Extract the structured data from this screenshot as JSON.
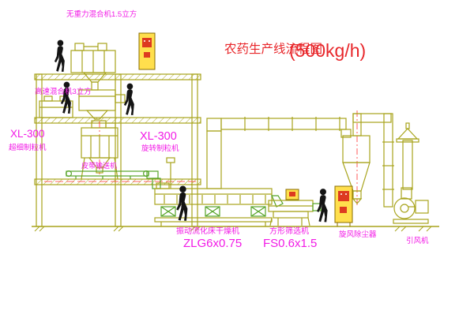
{
  "diagram": {
    "title": "农药生产线流程图",
    "capacity": "(500kg/h)",
    "labels": {
      "top_mixer": "无重力混合机1.5立方",
      "high_speed_mixer": "高速混合机3立方",
      "granulator_left_model": "XL-300",
      "granulator_left_name": "超细制粒机",
      "granulator_center_model": "XL-300",
      "granulator_center_name": "旋转制粒机",
      "belt_conveyor": "皮带输送机",
      "dryer_name": "振动流化床干燥机",
      "dryer_model": "ZLG6x0.75",
      "sieve_name": "方形筛选机",
      "sieve_model": "FS0.6x1.5",
      "cyclone": "旋风除尘器",
      "fan": "引风机"
    },
    "colors": {
      "line_olive": "#a8a41c",
      "line_green": "#55a327",
      "text_magenta": "#f21ae6",
      "text_red": "#e8262a",
      "cabinet_yellow": "#ffdf4d",
      "cabinet_red": "#dd3a20",
      "centerline_red": "#ff3333",
      "figure_black": "#141414",
      "background": "#ffffff"
    }
  }
}
